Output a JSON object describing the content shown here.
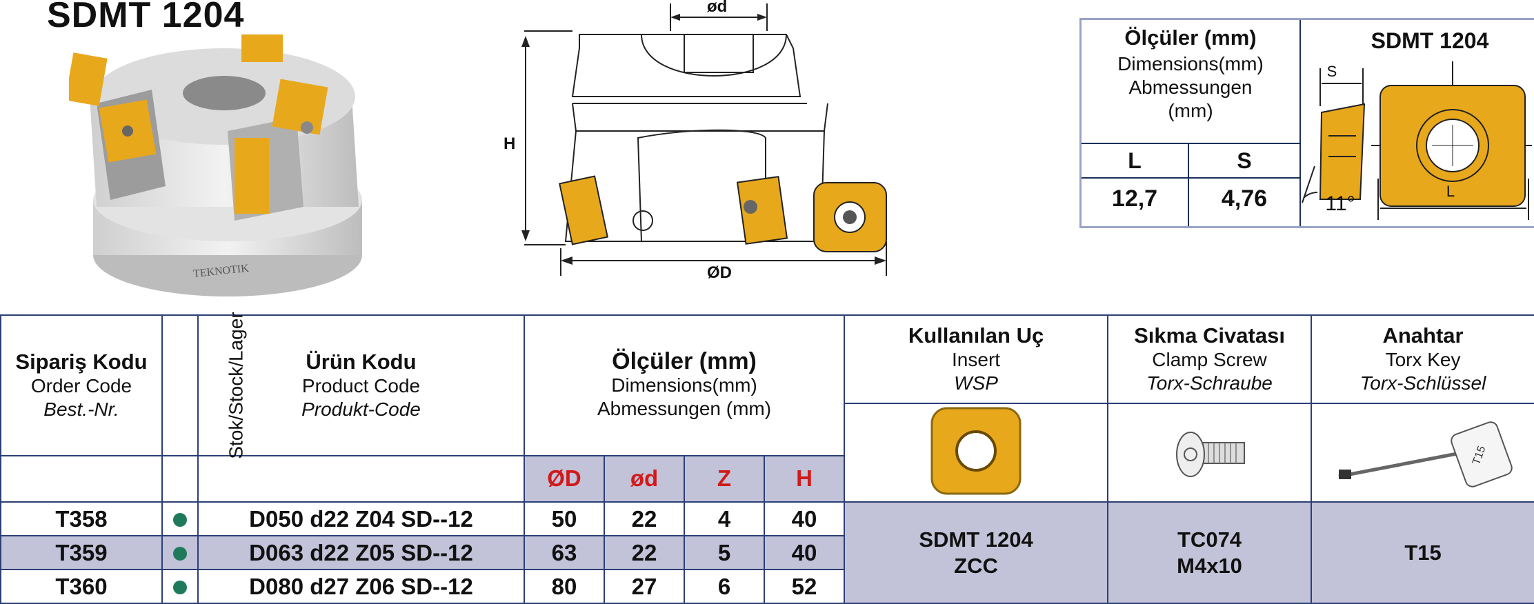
{
  "title": "SDMT 1204",
  "drawing": {
    "d_label": "ød",
    "H_label": "H",
    "D_label": "ØD"
  },
  "dim_box": {
    "heading_bold": "Ölçüler (mm)",
    "heading_en": "Dimensions(mm)",
    "heading_de1": "Abmessungen",
    "heading_de2": "(mm)",
    "col_L": "L",
    "col_S": "S",
    "val_L": "12,7",
    "val_S": "4,76",
    "insert_title": "SDMT 1204",
    "s_label": "S",
    "l_label": "L",
    "angle": "11°"
  },
  "table": {
    "h_order": {
      "tr": "Sipariş Kodu",
      "en": "Order Code",
      "de": "Best.-Nr."
    },
    "h_stock": "Stok/Stock/Lager",
    "h_product": {
      "tr": "Ürün Kodu",
      "en": "Product Code",
      "de": "Produkt-Code"
    },
    "h_dims": {
      "tr": "Ölçüler (mm)",
      "en": "Dimensions(mm)",
      "de": "Abmessungen (mm)"
    },
    "h_insert": {
      "tr": "Kullanılan Uç",
      "en": "Insert",
      "de": "WSP"
    },
    "h_screw": {
      "tr": "Sıkma Civatası",
      "en": "Clamp Screw",
      "de": "Torx-Schraube"
    },
    "h_key": {
      "tr": "Anahtar",
      "en": "Torx Key",
      "de": "Torx-Schlüssel"
    },
    "dim_cols": [
      "ØD",
      "ød",
      "Z",
      "H"
    ],
    "rows": [
      {
        "order": "T358",
        "product": "D050 d22 Z04 SD--12",
        "D": "50",
        "d": "22",
        "Z": "4",
        "H": "40"
      },
      {
        "order": "T359",
        "product": "D063 d22 Z05 SD--12",
        "D": "63",
        "d": "22",
        "Z": "5",
        "H": "40"
      },
      {
        "order": "T360",
        "product": "D080 d27 Z06 SD--12",
        "D": "80",
        "d": "27",
        "Z": "6",
        "H": "52"
      }
    ],
    "insert_value": {
      "line1": "SDMT 1204",
      "line2": "ZCC"
    },
    "screw_value": {
      "line1": "TC074",
      "line2": "M4x10"
    },
    "key_value": "T15",
    "key_image_text": "T15"
  },
  "colors": {
    "insert_gold": "#e8a81c",
    "table_border": "#2c3f75",
    "shade": "#c2c2d9",
    "dim_red": "#d11a1a",
    "stock_green": "#1f7a5c"
  }
}
